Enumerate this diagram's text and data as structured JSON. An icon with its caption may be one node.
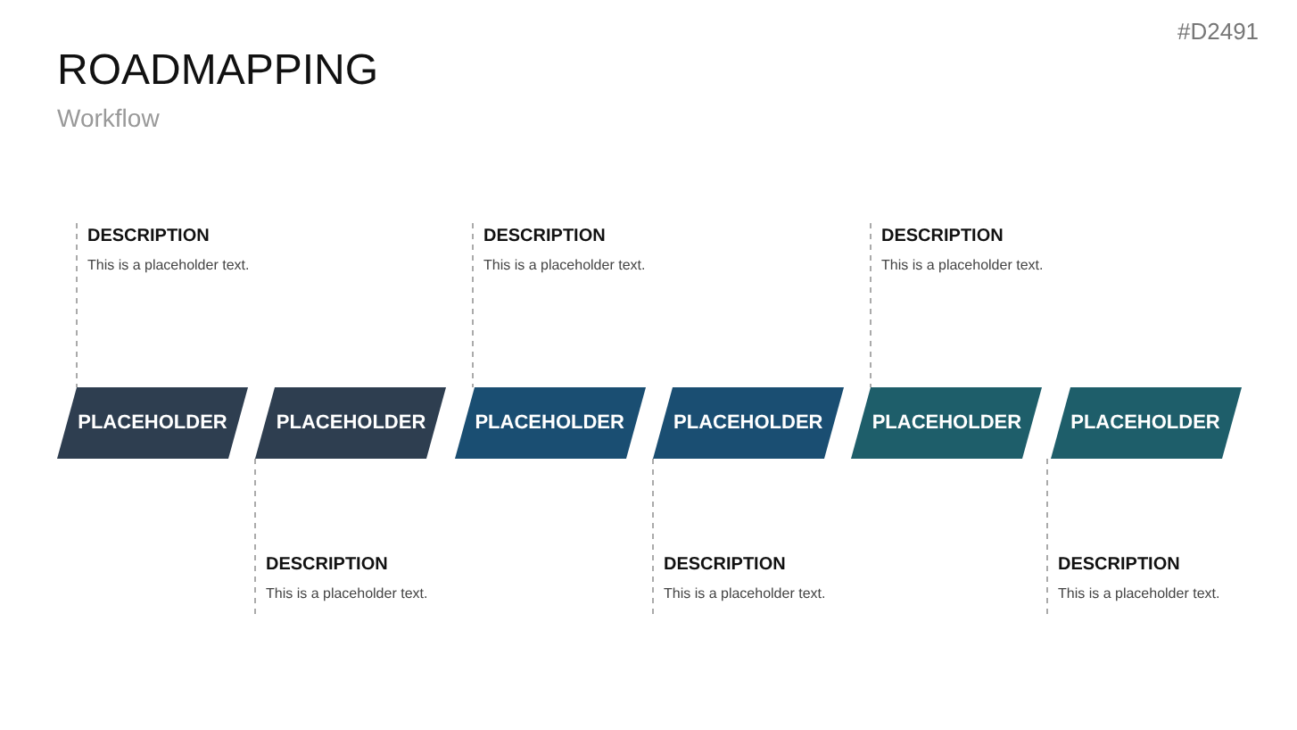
{
  "diagram": {
    "title": "ROADMAPPING",
    "nodes": [
      {
        "text": [
          "DESCRIPTION",
          "This is a placeholder text."
        ]
      },
      {
        "text": [
          "DESCRIPTION",
          "This is a placeholder text."
        ]
      },
      {
        "text": [
          "DESCRIPTION",
          "This is a placeholder text."
        ]
      },
      {
        "text": [
          "PLACEHOLDER"
        ]
      },
      {
        "text": [
          "PLACEHOLDER"
        ]
      },
      {
        "text": [
          "PLACEHOLDER"
        ]
      },
      {
        "text": [
          "PLACEHOLDER"
        ]
      },
      {
        "text": [
          "PLACEHOLDER"
        ]
      },
      {
        "text": [
          "PLACEHOLDER"
        ]
      },
      {
        "text": [
          "DESCRIPTION",
          "This is a placeholder text."
        ]
      },
      {
        "text": [
          "DESCRIPTION",
          "This is a placeholder text."
        ]
      },
      {
        "text": [
          "DESCRIPTION",
          "This is a placeholder text."
        ]
      }
    ],
    "edges": [
      {
        "from": 0,
        "to": 3,
        "arrow": "none",
        "style": "dashed"
      },
      {
        "from": 1,
        "to": 5,
        "arrow": "none",
        "style": "dashed"
      },
      {
        "from": 2,
        "to": 7,
        "arrow": "none",
        "style": "dashed"
      },
      {
        "from": 4,
        "to": 9,
        "arrow": "none",
        "style": "dashed"
      },
      {
        "from": 6,
        "to": 10,
        "arrow": "none",
        "style": "dashed"
      },
      {
        "from": 8,
        "to": 11,
        "arrow": "none",
        "style": "dashed"
      }
    ],
    "labels": [
      "#D2491",
      "Workflow"
    ]
  }
}
